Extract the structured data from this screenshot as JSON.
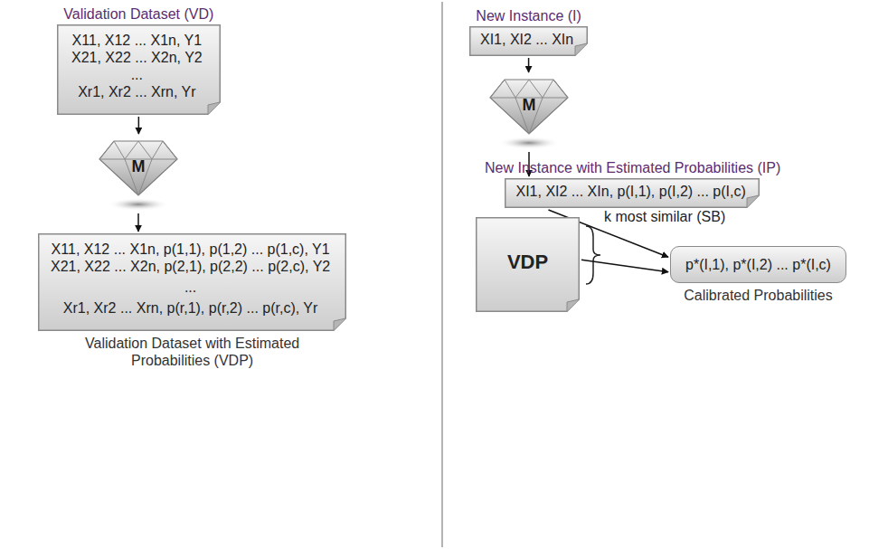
{
  "diagram": {
    "nodes": [
      {
        "text": [
          "Validation Dataset (VD)",
          "X11, X12 ... X1n, Y1",
          "X21, X22 ... X2n, Y2",
          "...",
          "Xr1, Xr2 ... Xrn, Yr"
        ]
      },
      {
        "text": [
          "M"
        ]
      },
      {
        "text": [
          "X11, X12 ... X1n, p(1,1), p(1,2) ... p(1,c), Y1",
          "X21, X22 ... X2n, p(2,1), p(2,2) ... p(2,c), Y2",
          "...",
          "Xr1, Xr2 ... Xrn, p(r,1), p(r,2) ... p(r,c), Yr",
          "Validation Dataset with Estimated Probabilities (VDP)"
        ]
      },
      {
        "text": [
          "New Instance (I)",
          "XI1, XI2 ... XIn"
        ]
      },
      {
        "text": [
          "M"
        ]
      },
      {
        "text": [
          "New Instance with Estimated Probabilities (IP)",
          "XI1, XI2 ... XIn, p(I,1), p(I,2) ... p(I,c)"
        ]
      },
      {
        "text": [
          "VDP"
        ]
      },
      {
        "text": [
          "p*(I,1), p*(I,2) ... p*(I,c)",
          "Calibrated Probabilities"
        ]
      }
    ],
    "edges": [
      {
        "from": 0,
        "to": 1,
        "arrow": "to"
      },
      {
        "from": 1,
        "to": 2,
        "arrow": "to"
      },
      {
        "from": 3,
        "to": 4,
        "arrow": "to"
      },
      {
        "from": 4,
        "to": 5,
        "arrow": "to"
      },
      {
        "from": 5,
        "to": 7,
        "arrow": "to"
      },
      {
        "from": 6,
        "to": 7,
        "arrow": "to"
      }
    ],
    "labels": [
      "k most similar (SB)"
    ]
  }
}
